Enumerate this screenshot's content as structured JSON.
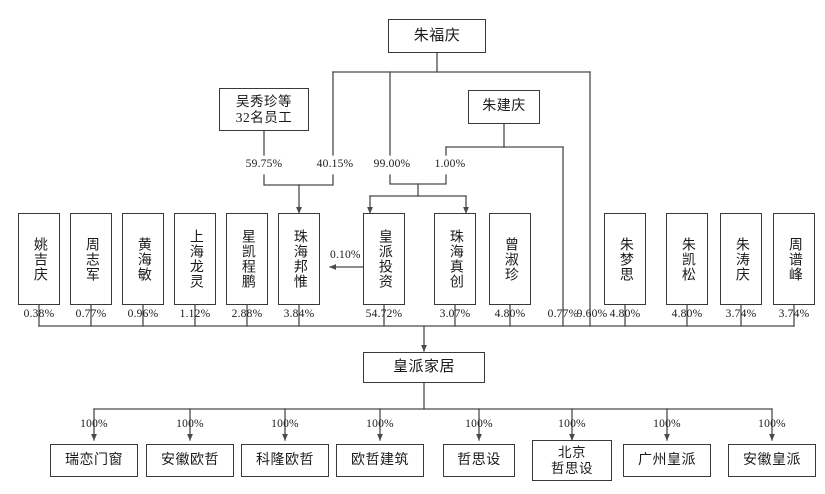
{
  "diagram": {
    "title": "皇派家居股权结构图",
    "type": "org-ownership-chart",
    "colors": {
      "line": "#4a4a4a",
      "box_border": "#3a3a3a",
      "text": "#1a1a1a",
      "background": "#ffffff"
    }
  },
  "top": {
    "label": "朱福庆"
  },
  "level2": [
    {
      "id": "wu",
      "label": "吴秀珍等\n32名员工",
      "line1": "吴秀珍等",
      "line2": "32名员工"
    },
    {
      "id": "zhujianqing",
      "label": "朱建庆"
    }
  ],
  "level2_pct": [
    {
      "id": "p-5975",
      "value": "59.75%",
      "from": "吴秀珍等32名员工",
      "to": "珠海邦惟"
    },
    {
      "id": "p-4015",
      "value": "40.15%",
      "from": "朱福庆",
      "to": "珠海邦惟"
    },
    {
      "id": "p-9900",
      "value": "99.00%",
      "from": "朱福庆",
      "to": "皇派投资/珠海真创"
    },
    {
      "id": "p-0100",
      "value": "1.00%",
      "from": "朱建庆",
      "to": "皇派投资/珠海真创"
    }
  ],
  "cross_holding": {
    "value": "0.10%",
    "from": "皇派投资",
    "to": "珠海邦惟"
  },
  "shareholders": [
    {
      "name": "姚吉庆",
      "pct": "0.38%"
    },
    {
      "name": "周志军",
      "pct": "0.77%"
    },
    {
      "name": "黄海敏",
      "pct": "0.96%"
    },
    {
      "name": "上海龙灵",
      "pct": "1.12%"
    },
    {
      "name": "星凯程鹏",
      "pct": "2.88%"
    },
    {
      "name": "珠海邦惟",
      "pct": "3.84%"
    },
    {
      "name": "皇派投资",
      "pct": "54.72%"
    },
    {
      "name": "珠海真创",
      "pct": "3.07%"
    },
    {
      "name": "曾淑珍",
      "pct": "4.80%"
    },
    {
      "name": "朱梦思",
      "pct": "4.80%"
    },
    {
      "name": "朱凯松",
      "pct": "4.80%"
    },
    {
      "name": "朱涛庆",
      "pct": "3.74%"
    },
    {
      "name": "周谱峰",
      "pct": "3.74%"
    }
  ],
  "direct_pct_only": [
    {
      "value": "0.77%",
      "from": "朱建庆"
    },
    {
      "value": "9.60%",
      "from": "朱福庆"
    }
  ],
  "center": {
    "label": "皇派家居"
  },
  "subsidiaries": [
    {
      "name": "瑞恋门窗",
      "pct": "100%"
    },
    {
      "name": "安徽欧哲",
      "pct": "100%"
    },
    {
      "name": "科隆欧哲",
      "pct": "100%"
    },
    {
      "name": "欧哲建筑",
      "pct": "100%"
    },
    {
      "name": "哲思设",
      "pct": "100%"
    },
    {
      "name": "北京哲思设",
      "pct": "100%",
      "line1": "北京",
      "line2": "哲思设"
    },
    {
      "name": "广州皇派",
      "pct": "100%"
    },
    {
      "name": "安徽皇派",
      "pct": "100%"
    }
  ]
}
